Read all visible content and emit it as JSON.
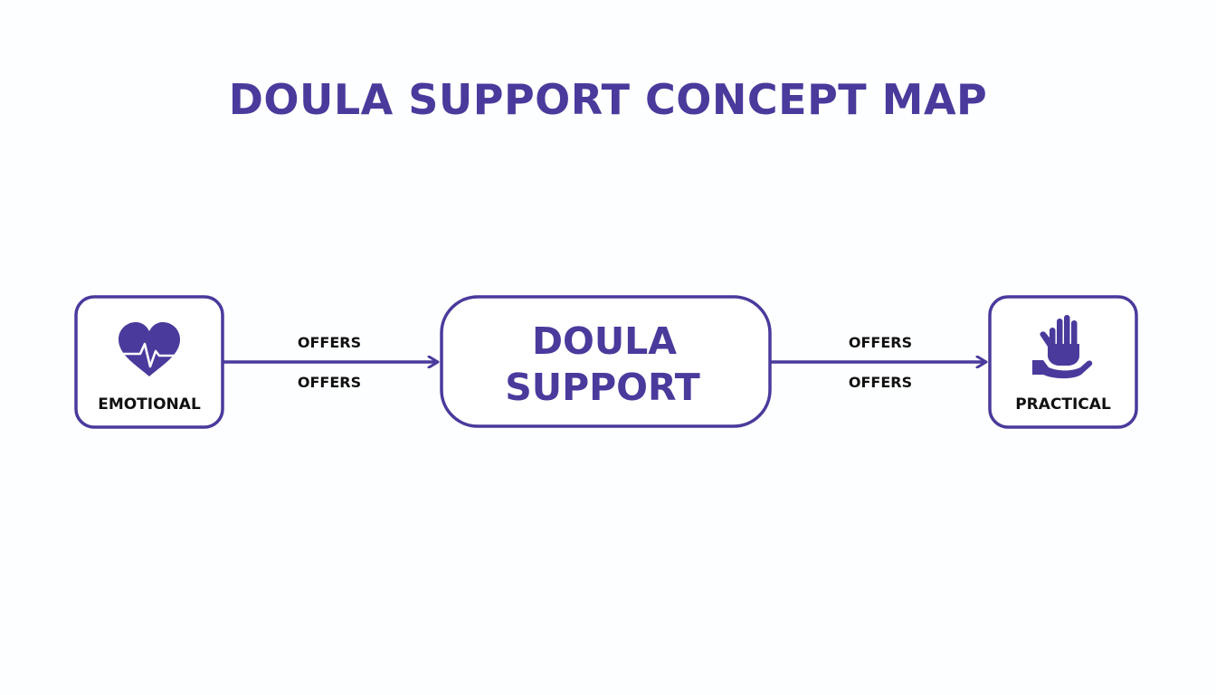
{
  "title": "DOULA SUPPORT CONCEPT MAP",
  "colors": {
    "primary": "#4a3a9c",
    "text": "#111111",
    "background": "#fdfeff"
  },
  "nodes": {
    "emotional": {
      "label": "EMOTIONAL",
      "icon": "heart-pulse-icon"
    },
    "center": {
      "label_line1": "DOULA",
      "label_line2": "SUPPORT"
    },
    "practical": {
      "label": "PRACTICAL",
      "icon": "helping-hand-icon"
    }
  },
  "edges": {
    "left": {
      "label_top": "OFFERS",
      "label_bottom": "OFFERS"
    },
    "right": {
      "label_top": "OFFERS",
      "label_bottom": "OFFERS"
    }
  }
}
